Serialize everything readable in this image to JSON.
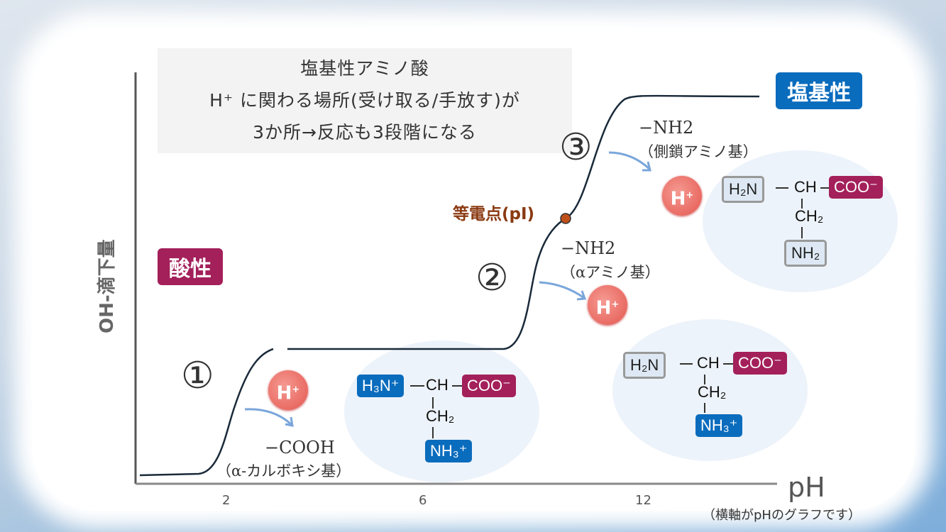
{
  "note": {
    "line1": "塩基性アミノ酸",
    "line2": "H⁺ に関わる場所(受け取る/手放す)が",
    "line3": "3か所→反応も3段階になる"
  },
  "tags": {
    "acid": "酸性",
    "base": "塩基性"
  },
  "colors": {
    "blue": "#0a6cbd",
    "magenta": "#a3205a",
    "isoelectric": "#c0501a"
  },
  "axes": {
    "ylabel": "OH-滴下量",
    "xlabel": "pH",
    "xticks": [
      "2",
      "6",
      "12"
    ],
    "caption": "（横軸がpHのグラフです）"
  },
  "isoelectric": "等電点(pI)",
  "steps": [
    {
      "num": "①",
      "group": "−COOH",
      "desc": "（α-カルボキシ基）"
    },
    {
      "num": "②",
      "group": "−NH2",
      "desc": "（αアミノ基）"
    },
    {
      "num": "③",
      "group": "−NH2",
      "desc": "（側鎖アミノ基）"
    }
  ],
  "proton": {
    "label": "H",
    "sup": "+"
  },
  "molecules": {
    "m1": {
      "left": "H₃N⁺",
      "center": "CH",
      "right": "COO⁻",
      "ch2": "CH₂",
      "side": "NH₃⁺"
    },
    "m2": {
      "left": "H₂N",
      "center": "CH",
      "right": "COO⁻",
      "ch2": "CH₂",
      "side": "NH₃⁺"
    },
    "m3": {
      "left": "H₂N",
      "center": "CH",
      "right": "COO⁻",
      "ch2": "CH₂",
      "side": "NH₂"
    }
  }
}
